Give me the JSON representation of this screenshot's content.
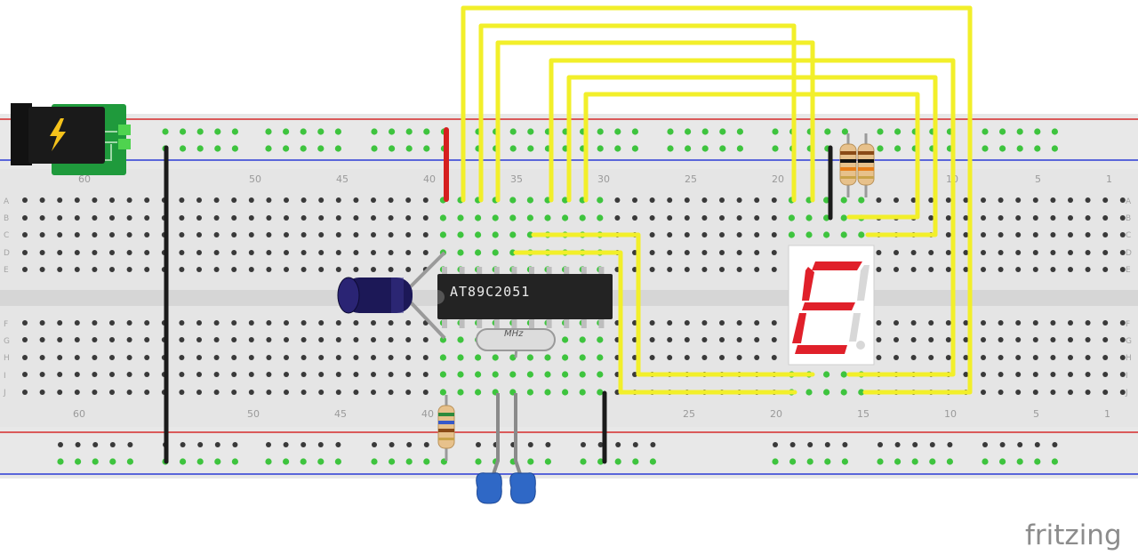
{
  "board": {
    "column_labels": [
      "60",
      "50",
      "45",
      "40",
      "35",
      "30",
      "25",
      "20",
      "15",
      "10",
      "5",
      "1"
    ],
    "row_labels_top": [
      "A",
      "B",
      "C",
      "D",
      "E"
    ],
    "row_labels_bottom": [
      "F",
      "G",
      "H",
      "I",
      "J"
    ]
  },
  "chip": {
    "label": "AT89C2051"
  },
  "crystal": {
    "label": "MHz"
  },
  "brand": {
    "name": "fritzing"
  },
  "colors": {
    "wire_yellow": "#f2ef2a",
    "wire_red": "#d51f1f",
    "wire_black": "#1b1b1b",
    "board": "#e5e5e5",
    "rail_red": "#d62b2b",
    "rail_blue": "#2b3bd6",
    "segment_on": "#e0202a",
    "segment_off": "#d8d8d8",
    "hole_active": "#3ec43e",
    "hole_idle": "#3a3a3a"
  },
  "display": {
    "lit_segments": [
      "a",
      "f",
      "g",
      "e",
      "d"
    ]
  }
}
